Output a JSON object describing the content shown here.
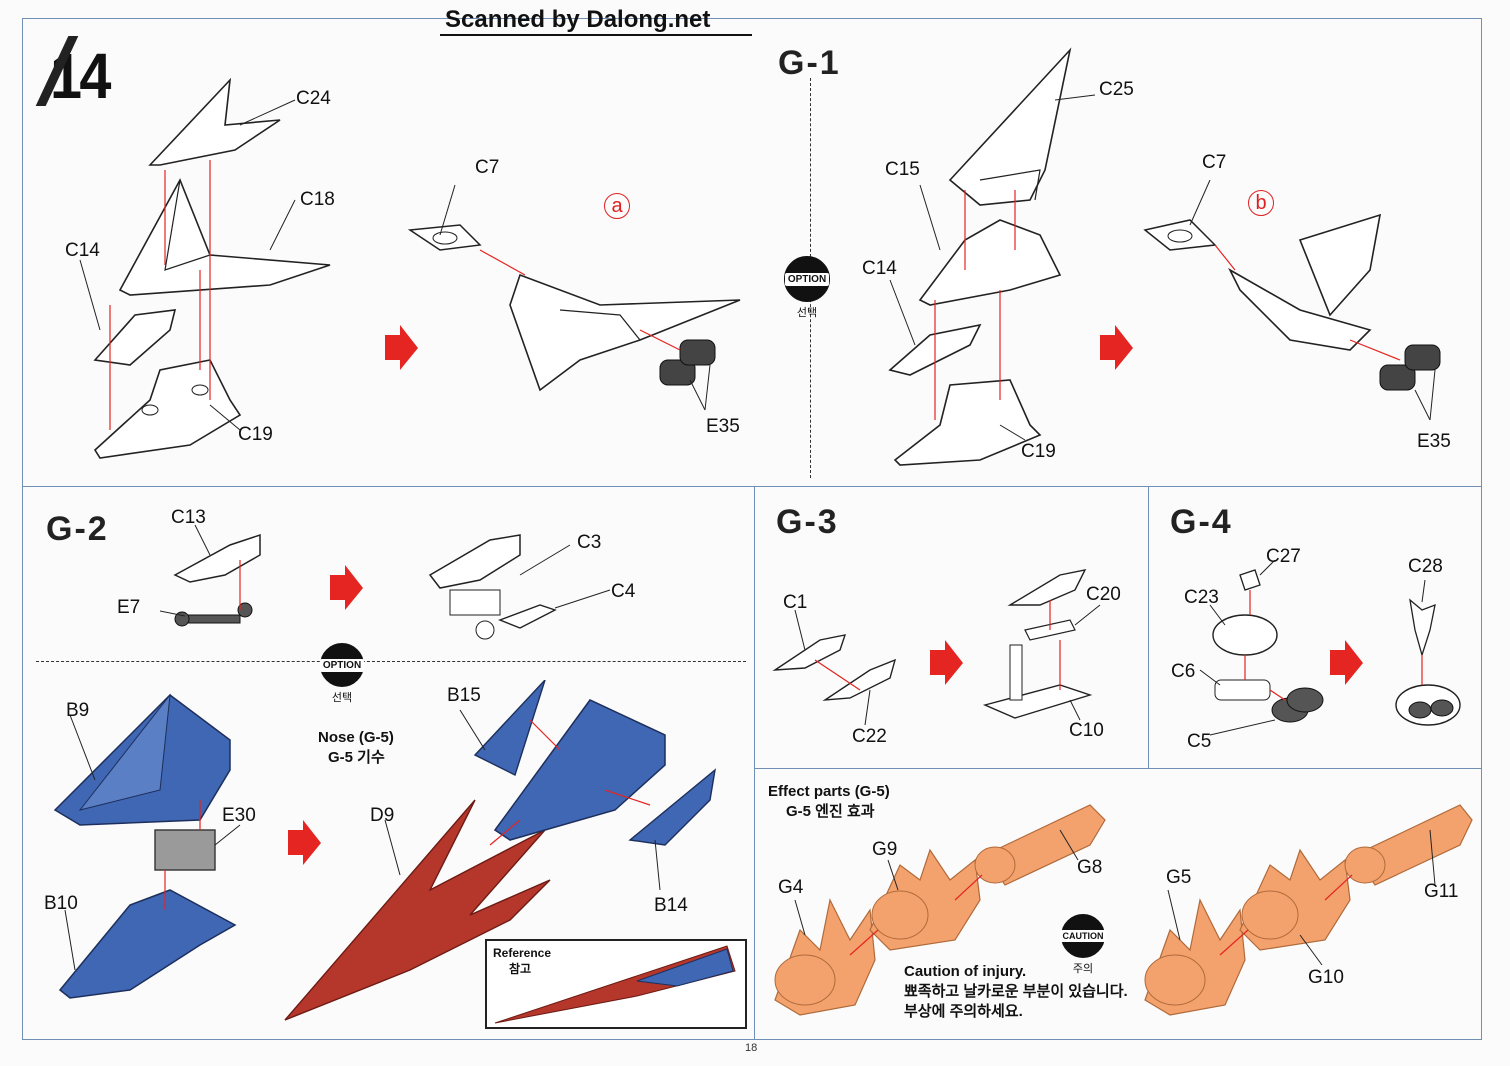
{
  "header": {
    "scan_credit": "Scanned by Dalong.net",
    "step_number": "14",
    "page_number": "18"
  },
  "sections": {
    "g1": "G-1",
    "g2": "G-2",
    "g3": "G-3",
    "g4": "G-4"
  },
  "option_badge": {
    "label": "OPTION",
    "sub": "선택"
  },
  "caution_badge": {
    "label": "CAUTION",
    "sub": "주의"
  },
  "callouts": {
    "a": "a",
    "b": "b"
  },
  "parts": {
    "C24": "C24",
    "C18": "C18",
    "C14": "C14",
    "C19": "C19",
    "C7": "C7",
    "E35": "E35",
    "C25": "C25",
    "C15": "C15",
    "C13": "C13",
    "E7": "E7",
    "C3": "C3",
    "C4": "C4",
    "B9": "B9",
    "E30": "E30",
    "B10": "B10",
    "B15": "B15",
    "D9": "D9",
    "B14": "B14",
    "C1": "C1",
    "C22": "C22",
    "C20": "C20",
    "C10": "C10",
    "C27": "C27",
    "C23": "C23",
    "C6": "C6",
    "C5": "C5",
    "C28": "C28",
    "G9": "G9",
    "G8": "G8",
    "G4": "G4",
    "G5": "G5",
    "G10": "G10",
    "G11": "G11"
  },
  "nose_note": {
    "en": "Nose (G-5)",
    "ko": "G-5 기수"
  },
  "effect_note": {
    "en": "Effect parts (G-5)",
    "ko": "G-5 엔진 효과"
  },
  "reference": {
    "en": "Reference",
    "ko": "참고"
  },
  "caution_text": {
    "line1": "Caution of injury.",
    "line2": "뾰족하고 날카로운 부분이 있습니다.",
    "line3": "부상에 주의하세요."
  },
  "colors": {
    "blue_part": "#3f67b3",
    "red_part": "#b5372b",
    "orange_part": "#f4a26d",
    "arrow_red": "#e52521",
    "frame": "#6f8fb4"
  }
}
